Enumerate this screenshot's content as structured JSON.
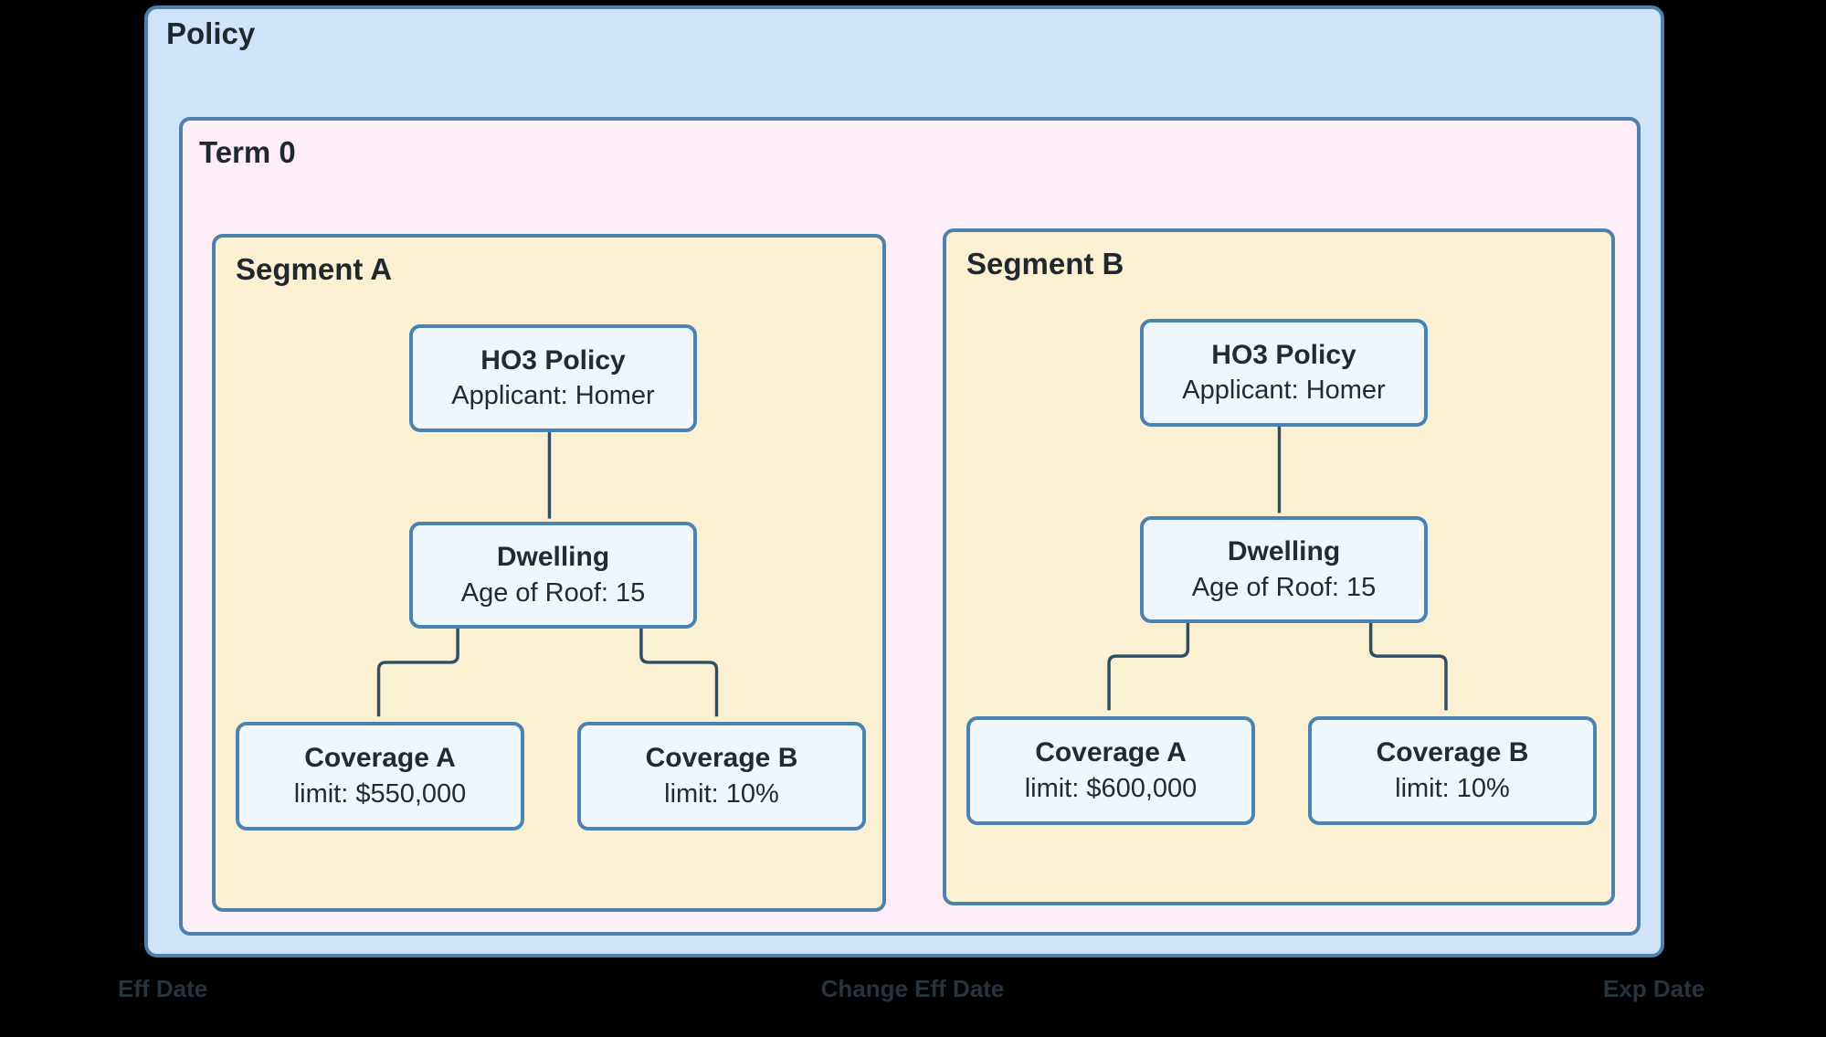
{
  "colors": {
    "canvas_bg": "#000000",
    "policy_fill": "#cfe3fa",
    "term_fill": "#fdeef9",
    "segment_fill": "#fcf0d3",
    "node_fill": "#eff7fd",
    "border": "#4d80ad",
    "connector": "#2e4d66",
    "title_text": "#1f282f",
    "footer_text": "#27333e"
  },
  "policy": {
    "title": "Policy"
  },
  "term": {
    "title": "Term 0"
  },
  "segments": [
    {
      "title": "Segment A",
      "nodes": {
        "root": {
          "title": "HO3 Policy",
          "subtitle": "Applicant: Homer"
        },
        "dwelling": {
          "title": "Dwelling",
          "subtitle": "Age of Roof: 15"
        },
        "coverage_a": {
          "title": "Coverage A",
          "subtitle": "limit: $550,000"
        },
        "coverage_b": {
          "title": "Coverage B",
          "subtitle": "limit: 10%"
        }
      }
    },
    {
      "title": "Segment B",
      "nodes": {
        "root": {
          "title": "HO3 Policy",
          "subtitle": "Applicant: Homer"
        },
        "dwelling": {
          "title": "Dwelling",
          "subtitle": "Age of Roof: 15"
        },
        "coverage_a": {
          "title": "Coverage A",
          "subtitle": "limit: $600,000"
        },
        "coverage_b": {
          "title": "Coverage B",
          "subtitle": "limit: 10%"
        }
      }
    }
  ],
  "timeline": {
    "eff_date": "Eff Date",
    "change_eff_date": "Change Eff Date",
    "exp_date": "Exp Date"
  }
}
